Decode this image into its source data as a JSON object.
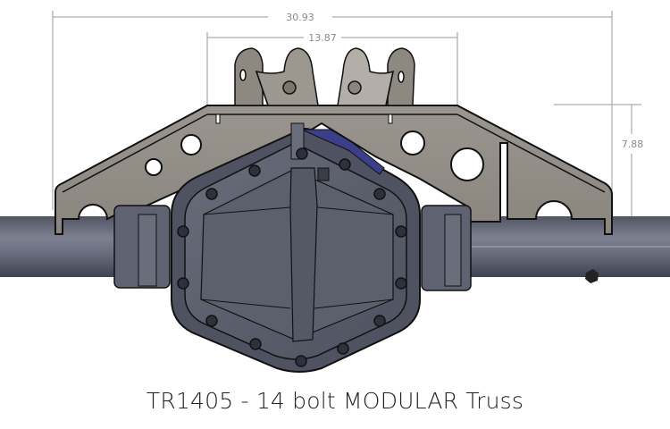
{
  "drawing": {
    "caption": "TR1405 - 14 bolt MODULAR Truss",
    "dimensions": {
      "overall_width": "30.93",
      "mount_spacing": "13.87",
      "height": "7.88"
    },
    "colors": {
      "truss_plate": "#8f8a83",
      "truss_plate_light": "#a9a59f",
      "housing": "#5e6270",
      "housing_dark": "#4a4d59",
      "axle_tube": "#6c7080",
      "dimension_line": "#8a8a8a",
      "outline": "#111111",
      "accent_blue": "#3b3f8a"
    },
    "components": [
      "axle-tube-left",
      "axle-tube-right",
      "differential-cover",
      "truss-plate",
      "link-mount-left",
      "link-mount-right"
    ],
    "cover_bolt_count": 14
  }
}
